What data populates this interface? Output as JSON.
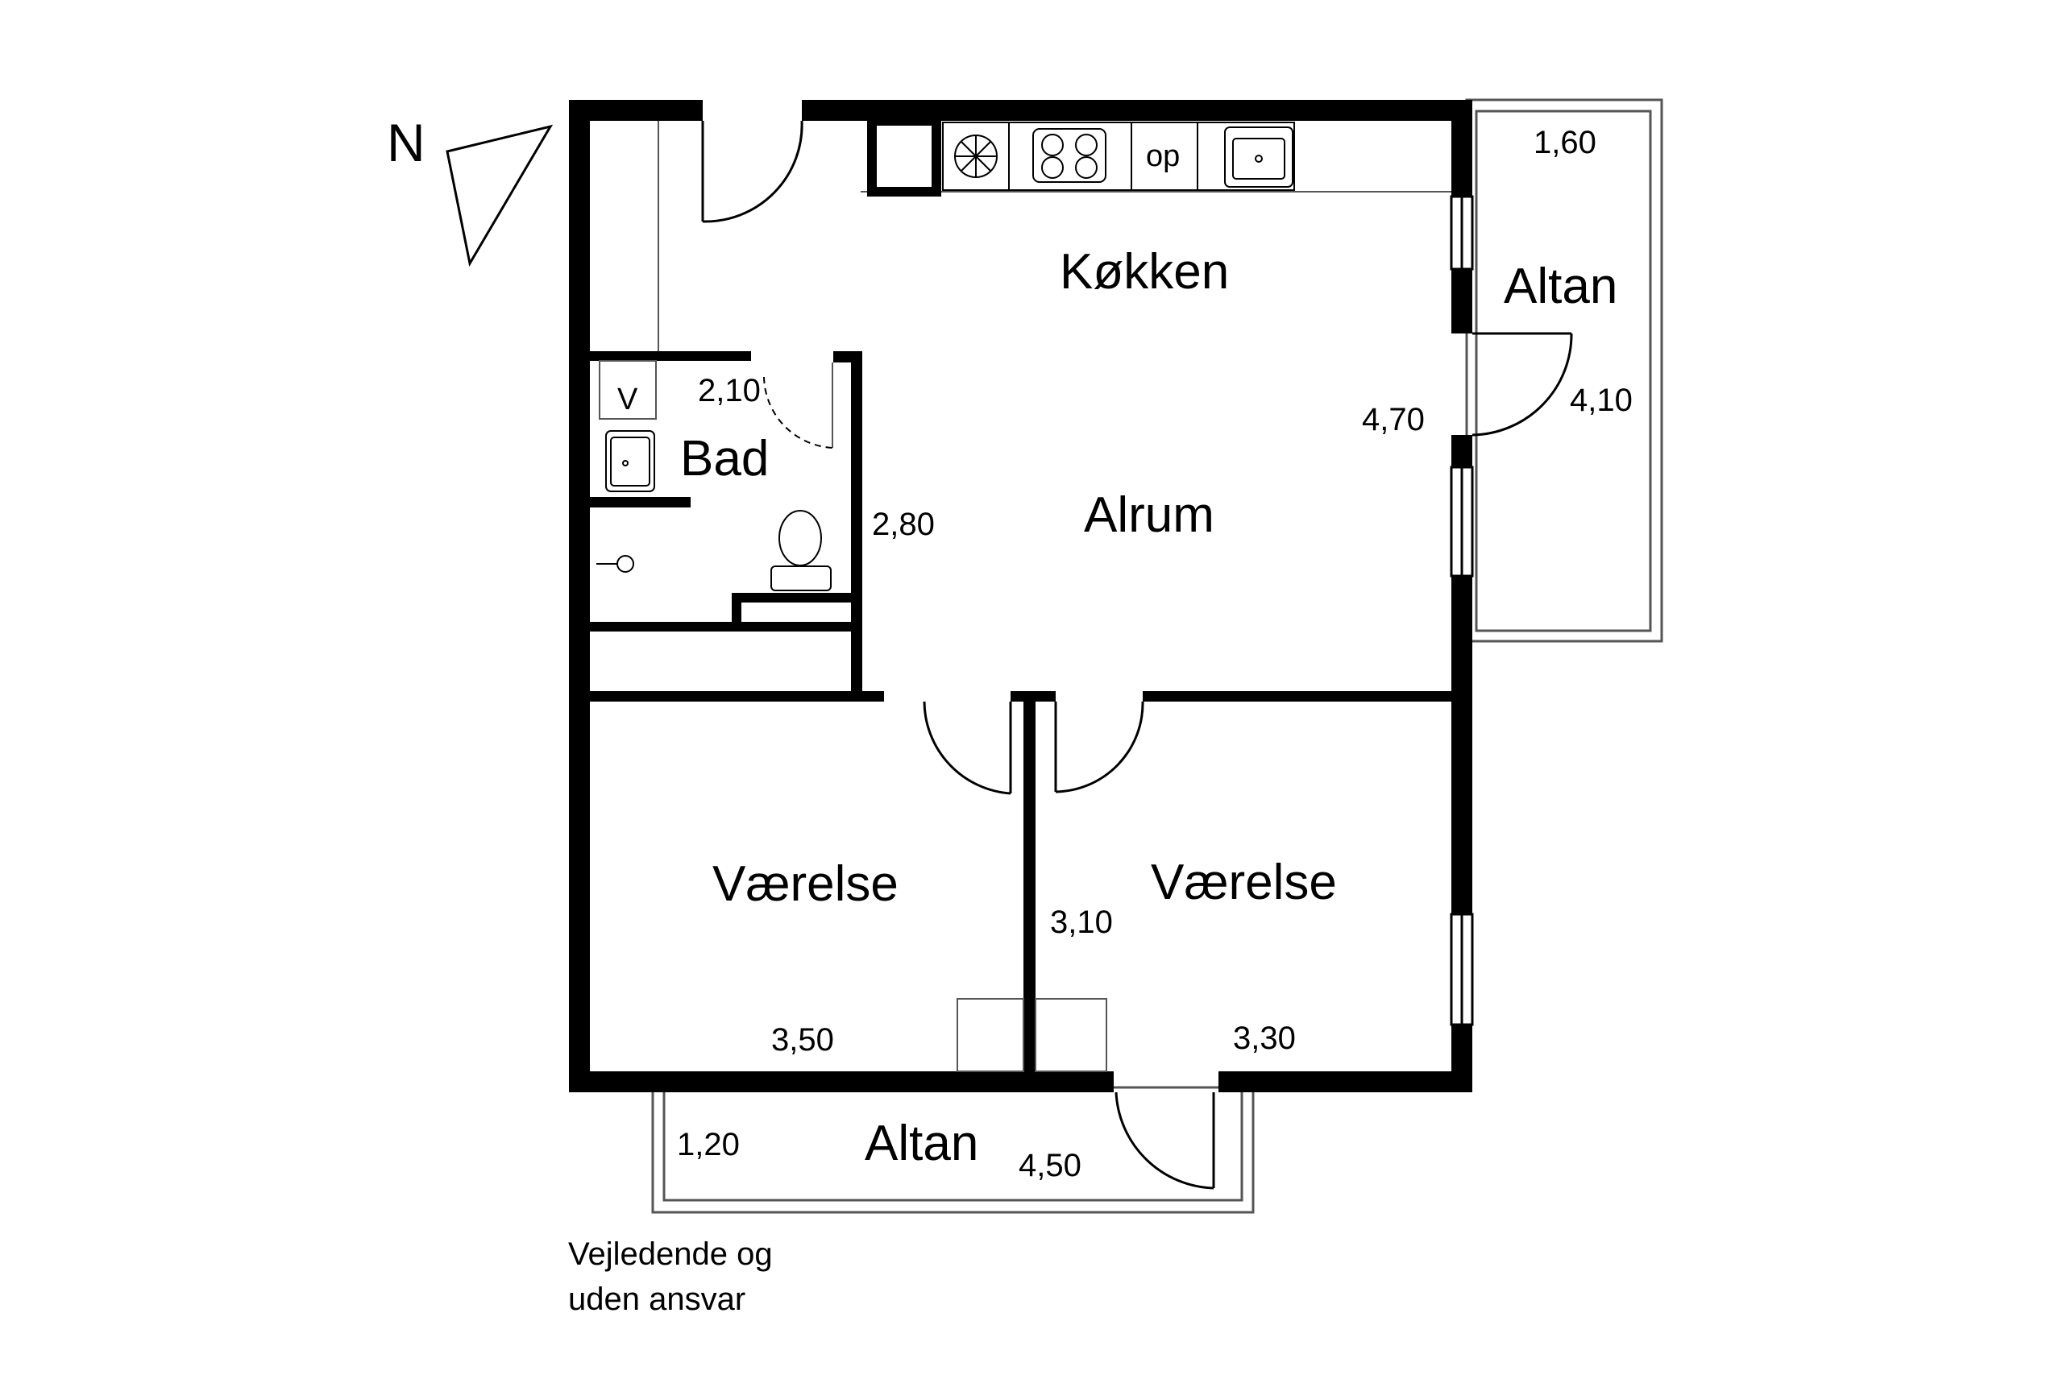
{
  "compass": {
    "label": "N"
  },
  "rooms": {
    "kitchen": "Køkken",
    "living": "Alrum",
    "bath": "Bad",
    "bedroom_left": "Værelse",
    "bedroom_right": "Værelse",
    "balcony_east": "Altan",
    "balcony_south": "Altan"
  },
  "dimensions": {
    "balcony_east_width": "1,60",
    "balcony_east_length": "4,10",
    "living_width": "4,70",
    "living_depth": "2,80",
    "bath_width": "2,10",
    "bedroom_left_width": "3,50",
    "bedroom_right_width": "3,30",
    "bedroom_right_depth": "3,10",
    "balcony_south_width": "1,20",
    "balcony_south_length": "4,50"
  },
  "symbols": {
    "washer": "V",
    "cabinet": "op"
  },
  "disclaimer": {
    "line1": "Vejledende og",
    "line2": "uden ansvar"
  },
  "colors": {
    "wall": "#000000",
    "background": "#ffffff",
    "thin_line": "#555555"
  }
}
